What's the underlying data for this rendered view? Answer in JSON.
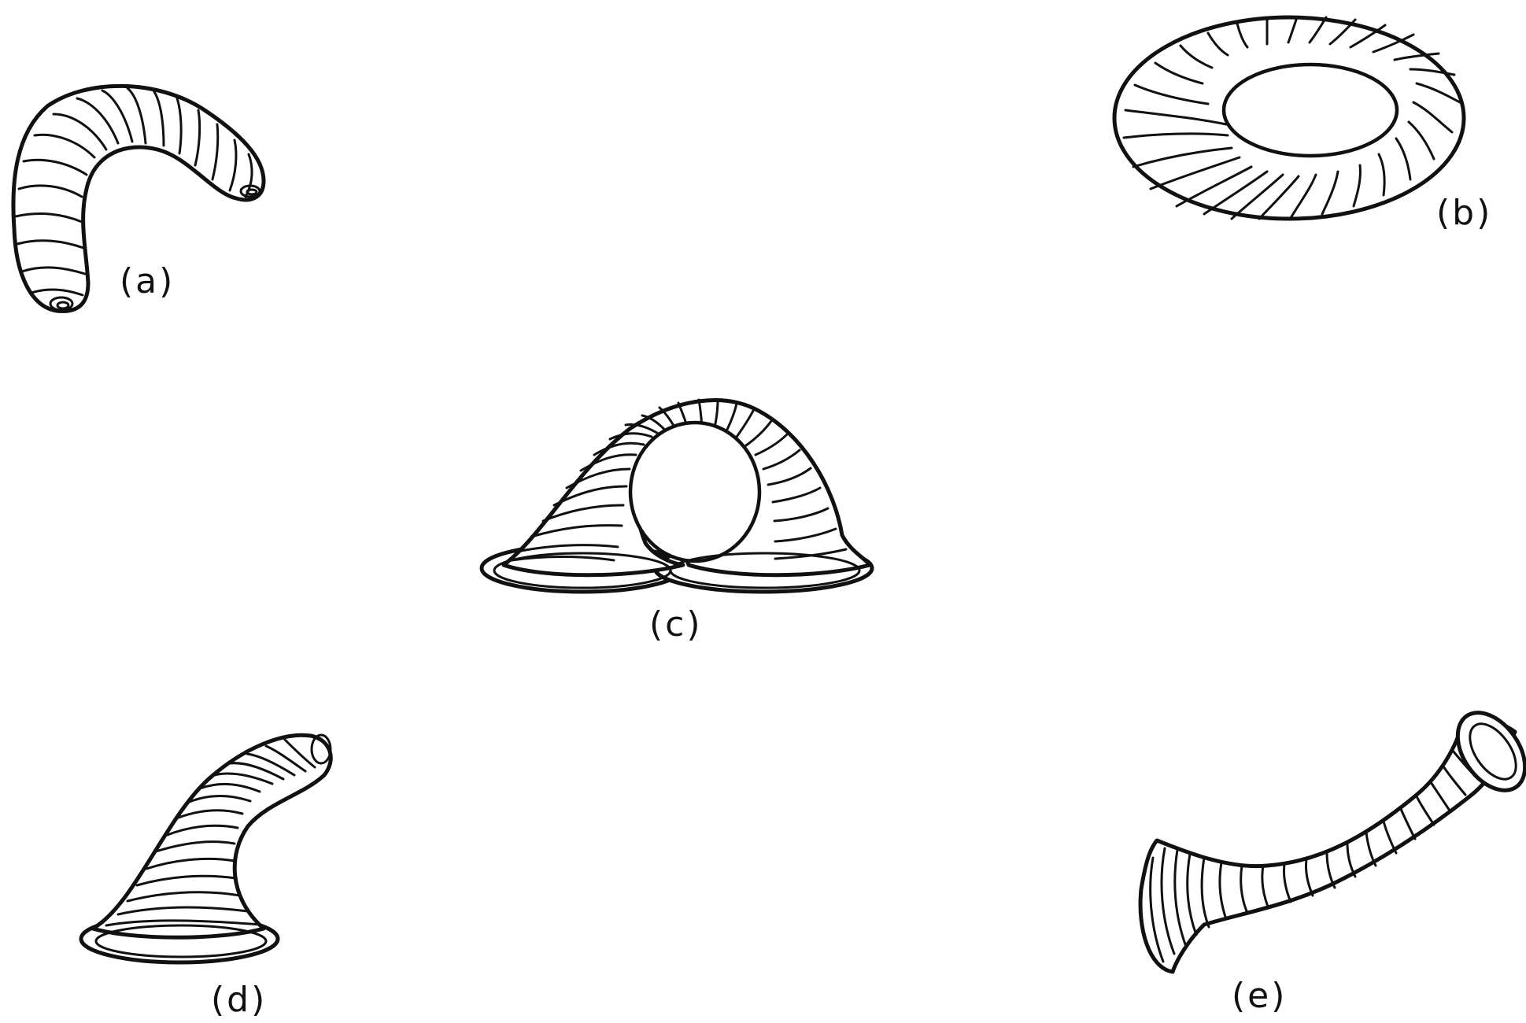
{
  "figures": [
    {
      "id": "a",
      "label": "(a)"
    },
    {
      "id": "b",
      "label": "(b)"
    },
    {
      "id": "c",
      "label": "(c)"
    },
    {
      "id": "d",
      "label": "(d)"
    },
    {
      "id": "e",
      "label": "(e)"
    }
  ]
}
